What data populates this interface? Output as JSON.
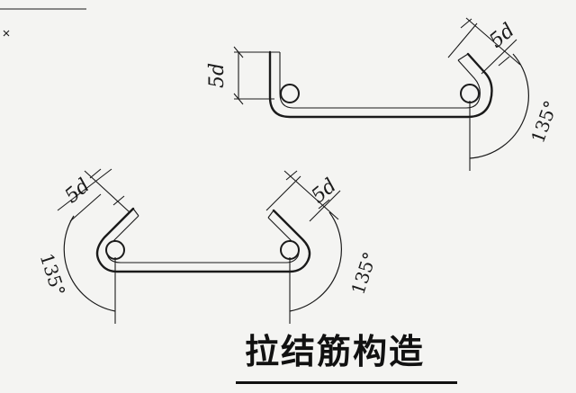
{
  "caption": "拉结筋构造",
  "labels": {
    "top_vertical_dim": "5d",
    "top_hook_dim": "5d",
    "top_angle": "135°",
    "bottom_left_dim": "5d",
    "bottom_left_angle": "135°",
    "bottom_right_dim": "5d",
    "bottom_right_angle": "135°"
  },
  "colors": {
    "line": "#1a1a1a",
    "background": "#f4f4f2"
  }
}
